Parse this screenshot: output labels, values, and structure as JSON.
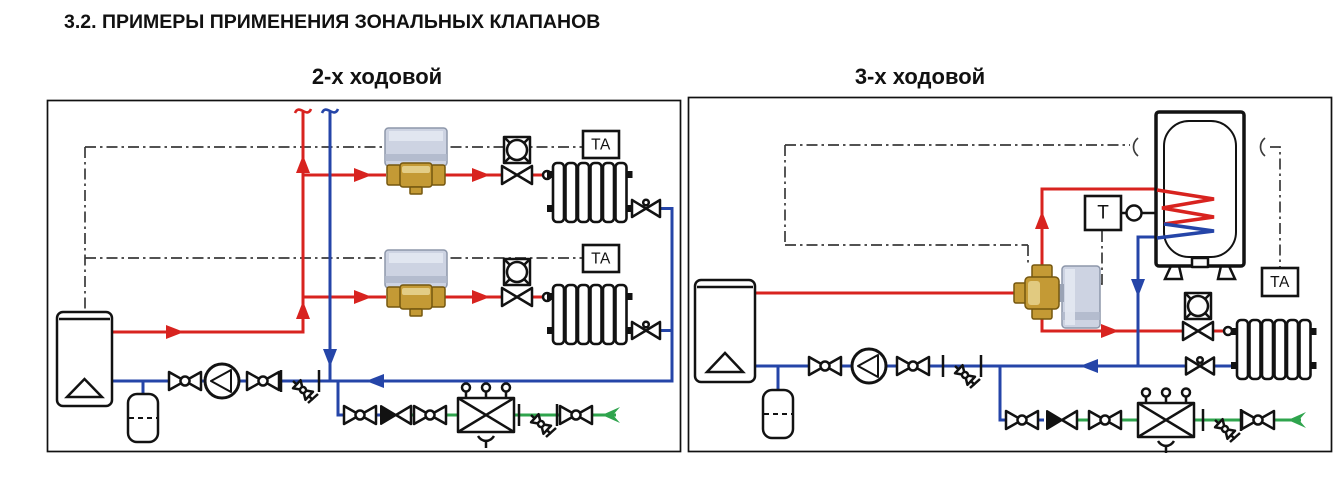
{
  "page": {
    "section_title": "3.2. ПРИМЕРЫ ПРИМЕНЕНИЯ ЗОНАЛЬНЫХ КЛАПАНОВ"
  },
  "diagrams": {
    "two_way": {
      "label": "2-х ходовой",
      "zone1_thermostat": "TA",
      "zone2_thermostat": "TA"
    },
    "three_way": {
      "label": "3-х ходовой",
      "tank_sensor": "T",
      "room_thermostat": "TA"
    }
  },
  "colors": {
    "supply_pipe": "#d8231f",
    "return_pipe": "#2545a8",
    "fill_pipe": "#2fa44d",
    "control_line": "#3a3a3a",
    "brass_valve": "#c49a35",
    "actuator": "#cdd3e2"
  }
}
